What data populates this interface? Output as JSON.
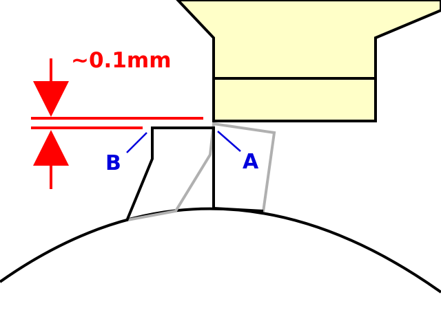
{
  "dimension": {
    "label": "~0.1mm",
    "color": "#ff0000"
  },
  "labels": {
    "a": "A",
    "b": "B",
    "color": "#0000dd"
  },
  "colors": {
    "outline": "#000000",
    "shadow_outline": "#b0b0b0",
    "upper_part_fill": "#ffffc8"
  }
}
